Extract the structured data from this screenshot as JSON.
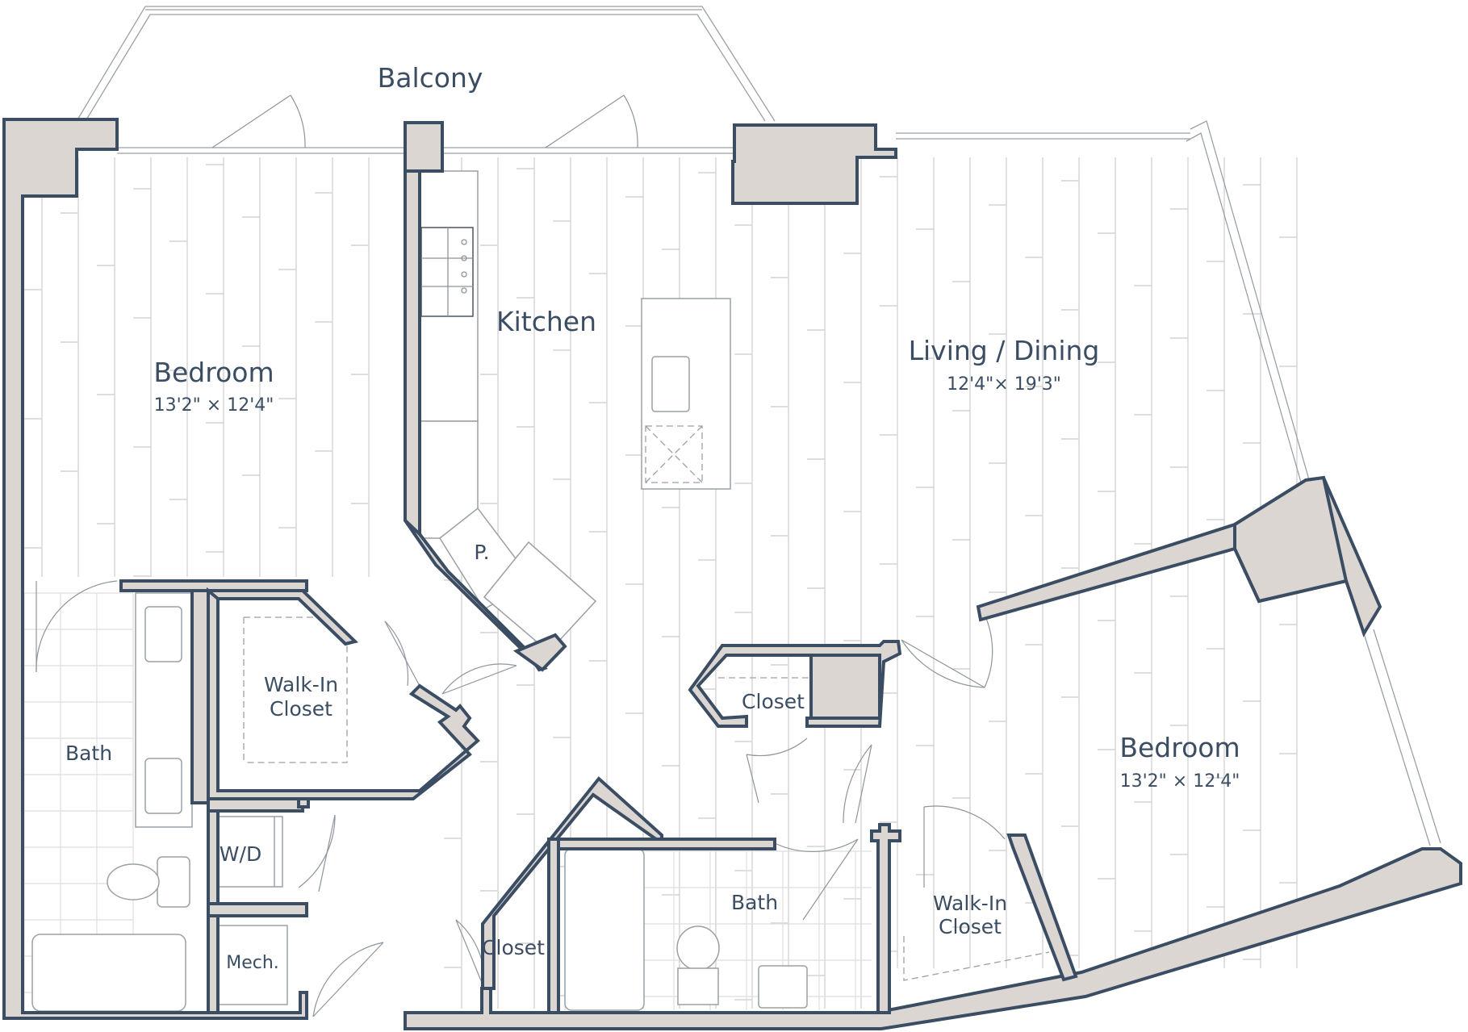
{
  "floorplan": {
    "rooms": {
      "balcony": {
        "label": "Balcony"
      },
      "kitchen": {
        "label": "Kitchen"
      },
      "pantry": {
        "label": "P."
      },
      "living": {
        "label": "Living / Dining",
        "size": "12'4\"× 19'3\""
      },
      "bedroom_left": {
        "label": "Bedroom",
        "size": "13'2\" × 12'4\""
      },
      "bedroom_right": {
        "label": "Bedroom",
        "size": "13'2\" × 12'4\""
      },
      "walkin_left": {
        "line1": "Walk-In",
        "line2": "Closet"
      },
      "walkin_right": {
        "line1": "Walk-In",
        "line2": "Closet"
      },
      "closet_center": {
        "label": "Closet"
      },
      "closet_bottom": {
        "label": "Closet"
      },
      "bath_left": {
        "label": "Bath"
      },
      "bath_right": {
        "label": "Bath"
      },
      "laundry": {
        "label": "W/D"
      },
      "mech": {
        "label": "Mech."
      }
    },
    "colors": {
      "wall_fill": "#dcd6d3",
      "wall_stroke": "#3b4d63",
      "text": "#3b4d63",
      "floor_lines": "#d4d4d4"
    }
  }
}
